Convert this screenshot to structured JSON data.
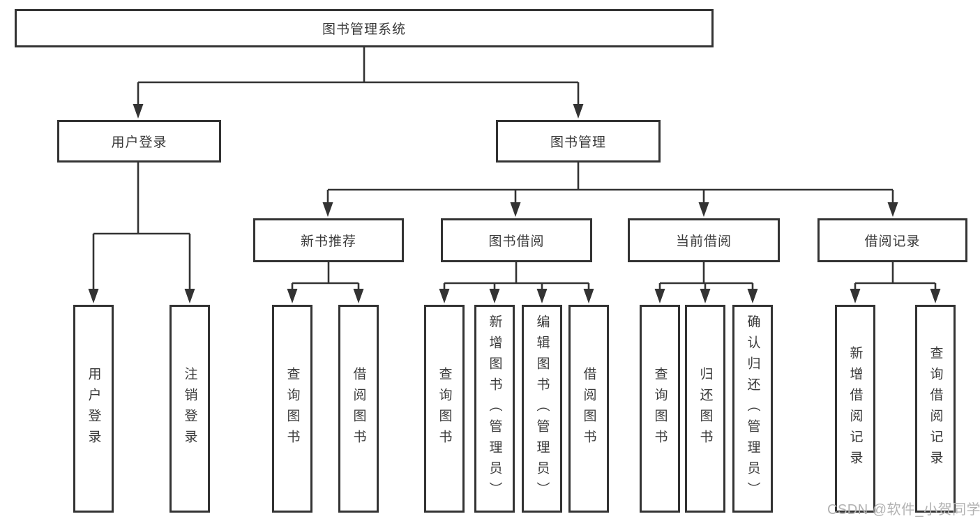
{
  "root": {
    "label": "图书管理系统"
  },
  "branches": {
    "user_login": {
      "label": "用户登录",
      "children": [
        "用户登录",
        "注销登录"
      ]
    },
    "book_mgmt": {
      "label": "图书管理",
      "children": {
        "new_books": {
          "label": "新书推荐",
          "children": [
            "查询图书",
            "借阅图书"
          ]
        },
        "book_borrow": {
          "label": "图书借阅",
          "children": [
            "查询图书",
            "新增图书（管理员）",
            "编辑图书（管理员）",
            "借阅图书"
          ]
        },
        "current_borrow": {
          "label": "当前借阅",
          "children": [
            "查询图书",
            "归还图书",
            "确认归还（管理员）"
          ]
        },
        "borrow_records": {
          "label": "借阅记录",
          "children": [
            "新增借阅记录",
            "查询借阅记录"
          ]
        }
      }
    }
  },
  "watermark": "CSDN @软件_小贺同学",
  "colors": {
    "line": "#333333",
    "text": "#3a3a3a",
    "watermark": "#b2b2b2",
    "background": "#ffffff"
  }
}
